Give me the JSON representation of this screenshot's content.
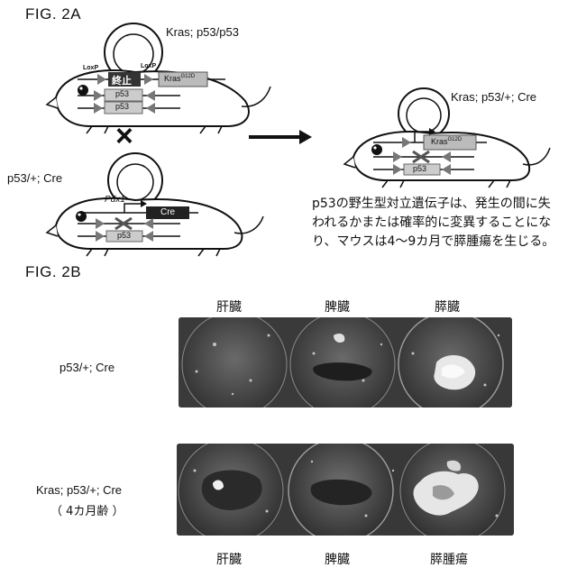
{
  "fig2a": {
    "title": "FIG. 2A",
    "mouse1": {
      "genotype": "Kras; p53/p53",
      "loxp_left": "LoxP",
      "stop": "終止",
      "loxp_right": "LoxP",
      "kras": "Kras",
      "kras_sup": "G12D",
      "p53_top": "p53",
      "p53_bottom": "p53"
    },
    "cross_symbol": "×",
    "mouse2": {
      "genotype": "p53/+; Cre",
      "pdx1": "Pdx1",
      "cre": "Cre",
      "p53": "p53"
    },
    "mouse3": {
      "genotype": "Kras; p53/+; Cre",
      "kras": "Kras",
      "kras_sup": "G12D",
      "p53": "p53"
    },
    "description": "p53の野生型対立遺伝子は、発生の間に失われるかまたは確率的に変異することになり、マウスは4～9カ月で膵腫瘍を生じる。"
  },
  "fig2b": {
    "title": "FIG. 2B",
    "top_organs": [
      "肝臓",
      "脾臓",
      "膵臓"
    ],
    "row1_label": "p53/+; Cre",
    "row2_label_line1": "Kras; p53/+; Cre",
    "row2_label_line2": "（ 4カ月齢 ）",
    "bottom_organs": [
      "肝臓",
      "脾臓",
      "膵腫瘍"
    ]
  }
}
